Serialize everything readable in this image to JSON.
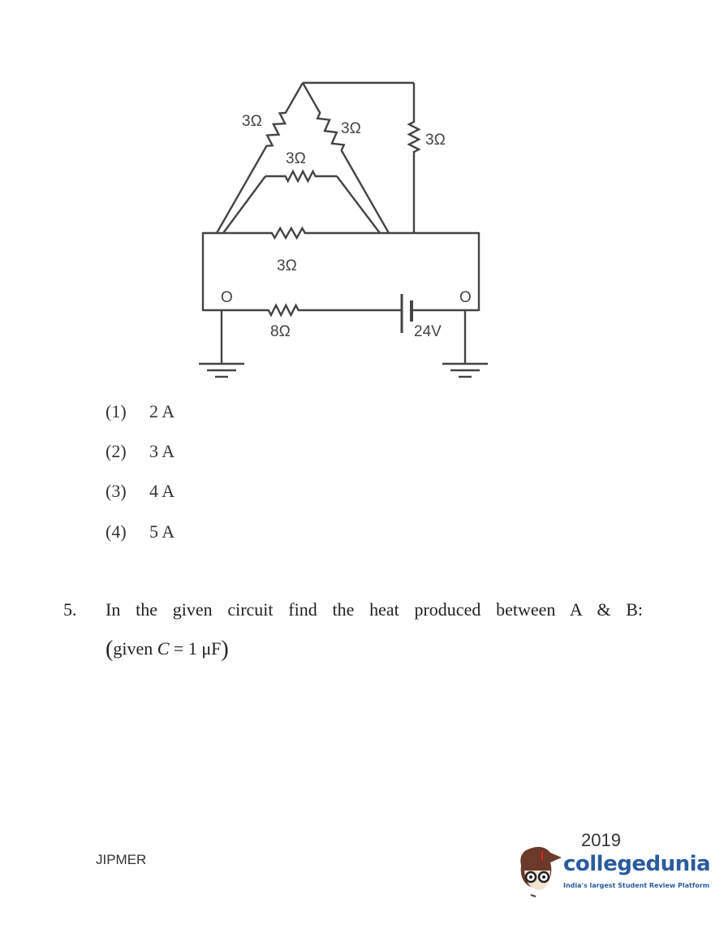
{
  "circuit": {
    "labels": {
      "r_left_diag": "3Ω",
      "r_right_diag": "3Ω",
      "r_right_vertical": "3Ω",
      "r_inner": "3Ω",
      "r_box_top": "3Ω",
      "r_bottom": "8Ω",
      "battery": "24V",
      "terminal_left": "O",
      "terminal_right": "O"
    }
  },
  "options": [
    {
      "num": "(1)",
      "text": "2 A"
    },
    {
      "num": "(2)",
      "text": "3 A"
    },
    {
      "num": "(3)",
      "text": "4 A"
    },
    {
      "num": "(4)",
      "text": "5 A"
    }
  ],
  "question": {
    "number": "5.",
    "text": "In the given circuit find the heat produced between A & B:",
    "given_open": "(",
    "given_text": "given ",
    "given_var": "C",
    "given_value": " = 1 μF",
    "given_close": ")"
  },
  "footer": {
    "exam": "JIPMER",
    "year": "2019",
    "logo_name": "collegedunia",
    "logo_tagline": "India's largest Student Review Platform"
  }
}
